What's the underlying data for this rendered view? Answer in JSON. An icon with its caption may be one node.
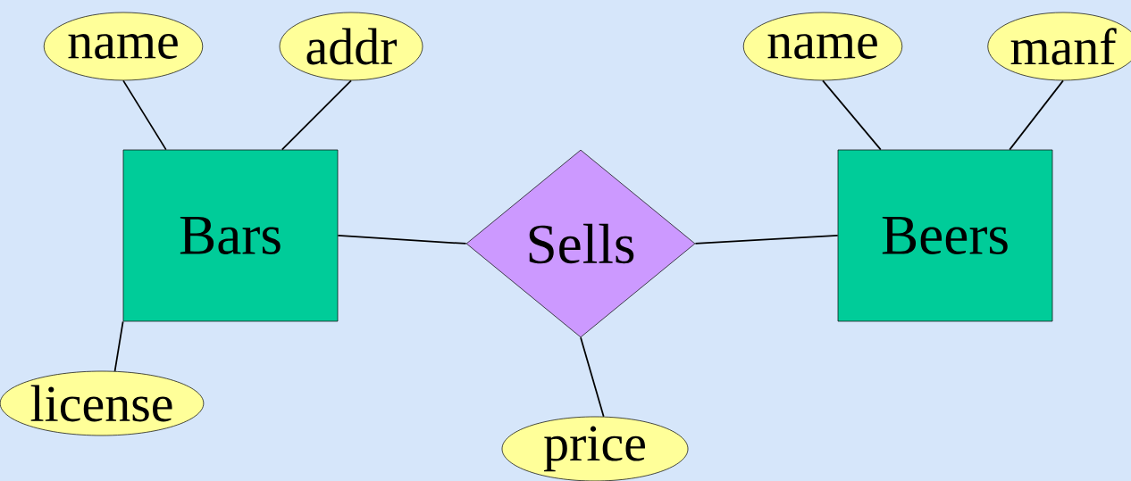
{
  "diagram": {
    "nodes": [
      {
        "text": [
          "name"
        ]
      },
      {
        "text": [
          "addr"
        ]
      },
      {
        "text": [
          "name"
        ]
      },
      {
        "text": [
          "manf"
        ]
      },
      {
        "text": [
          "Bars"
        ]
      },
      {
        "text": [
          "Sells"
        ]
      },
      {
        "text": [
          "Beers"
        ]
      },
      {
        "text": [
          "license"
        ]
      },
      {
        "text": [
          "price"
        ]
      }
    ],
    "edges": [
      {
        "from": 0,
        "to": 4,
        "arrow": "none"
      },
      {
        "from": 1,
        "to": 4,
        "arrow": "none"
      },
      {
        "from": 2,
        "to": 6,
        "arrow": "none"
      },
      {
        "from": 3,
        "to": 6,
        "arrow": "none"
      },
      {
        "from": 7,
        "to": 4,
        "arrow": "none"
      },
      {
        "from": 4,
        "to": 5,
        "arrow": "none"
      },
      {
        "from": 5,
        "to": 6,
        "arrow": "none"
      },
      {
        "from": 8,
        "to": 5,
        "arrow": "none"
      }
    ]
  }
}
